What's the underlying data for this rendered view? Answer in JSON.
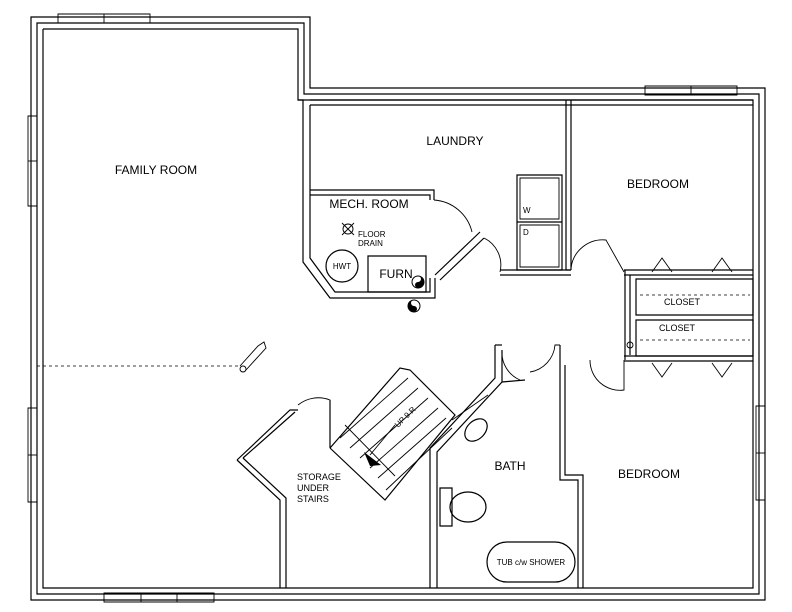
{
  "rooms": {
    "family_room": "FAMILY ROOM",
    "laundry": "LAUNDRY",
    "bedroom_top": "BEDROOM",
    "bedroom_bottom": "BEDROOM",
    "mech_room": "MECH. ROOM",
    "bath": "BATH",
    "closet_top": "CLOSET",
    "closet_bottom": "CLOSET",
    "storage": [
      "STORAGE",
      "UNDER",
      "STAIRS"
    ]
  },
  "fixtures": {
    "floor_drain": [
      "FLOOR",
      "DRAIN"
    ],
    "hwt": "HWT",
    "furnace": "FURN",
    "washer": "W",
    "dryer": "D",
    "tub": "TUB c/w SHOWER",
    "stairs": "UP 9 R"
  }
}
